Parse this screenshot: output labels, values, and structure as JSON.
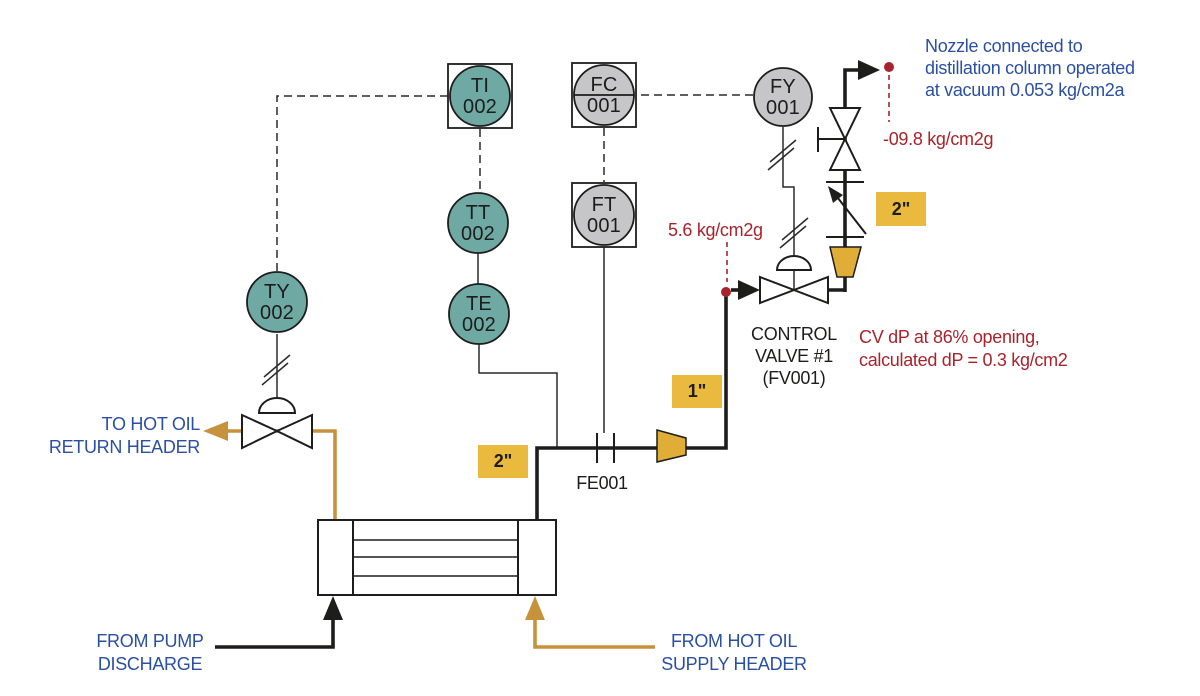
{
  "colors": {
    "instrument_teal": "#6fa9a3",
    "instrument_gray": "#c6c6c8",
    "badge_yellow": "#e9ba3e",
    "reducer_gold": "#e0ad37",
    "pipe_gold": "#c6923c",
    "pipe_black": "#1d1d1b",
    "text_blue": "#2b4fa3",
    "text_red": "#a8242c"
  },
  "instruments": {
    "ti002": {
      "tag": "TI",
      "loop": "002"
    },
    "tt002": {
      "tag": "TT",
      "loop": "002"
    },
    "te002": {
      "tag": "TE",
      "loop": "002"
    },
    "ty002": {
      "tag": "TY",
      "loop": "002"
    },
    "fc001": {
      "tag": "FC",
      "loop": "001"
    },
    "ft001": {
      "tag": "FT",
      "loop": "001"
    },
    "fy001": {
      "tag": "FY",
      "loop": "001"
    }
  },
  "pipe_sizes": {
    "exchanger_outlet": "2\"",
    "cv_inlet": "1\"",
    "cv_outlet": "2\""
  },
  "equipment": {
    "flow_element": "FE001",
    "control_valve": [
      "CONTROL",
      "VALVE #1",
      "(FV001)"
    ]
  },
  "annotations": {
    "nozzle_note": [
      "Nozzle connected to",
      "distillation column operated",
      "at vacuum 0.053 kg/cm2a"
    ],
    "vacuum_pressure": "-09.8 kg/cm2g",
    "cv_inlet_pressure": "5.6 kg/cm2g",
    "cv_dp_note": [
      "CV dP at 86% opening,",
      "calculated dP = 0.3 kg/cm2"
    ]
  },
  "streams": {
    "return_header": [
      "TO HOT OIL",
      "RETURN HEADER"
    ],
    "pump_discharge": [
      "FROM PUMP",
      "DISCHARGE"
    ],
    "supply_header": [
      "FROM HOT OIL",
      "SUPPLY HEADER"
    ]
  }
}
